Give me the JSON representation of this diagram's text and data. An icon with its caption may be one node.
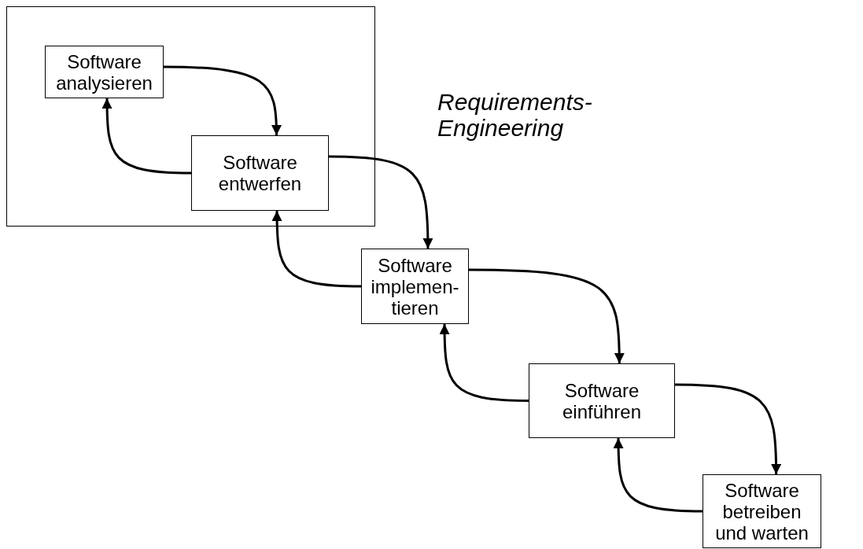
{
  "diagram": {
    "nodes": [
      {
        "text": [],
        "shape": "box"
      },
      {
        "text": [
          "Software analysieren"
        ],
        "in": 0
      },
      {
        "text": [
          "Software entwerfen"
        ],
        "in": 0
      },
      {
        "text": [
          "Software implemen- tieren"
        ]
      },
      {
        "text": [
          "Software einführen"
        ]
      },
      {
        "text": [
          "Software betreiben und warten"
        ]
      }
    ],
    "edges": [
      {
        "from": 1,
        "to": 2,
        "arrow": "to"
      },
      {
        "from": 2,
        "to": 1,
        "arrow": "to"
      },
      {
        "from": 2,
        "to": 3,
        "arrow": "to"
      },
      {
        "from": 3,
        "to": 2,
        "arrow": "to"
      },
      {
        "from": 3,
        "to": 4,
        "arrow": "to"
      },
      {
        "from": 4,
        "to": 3,
        "arrow": "to"
      },
      {
        "from": 4,
        "to": 5,
        "arrow": "to"
      },
      {
        "from": 5,
        "to": 4,
        "arrow": "to"
      }
    ],
    "labels": [
      "Requirements-Engineering"
    ]
  }
}
